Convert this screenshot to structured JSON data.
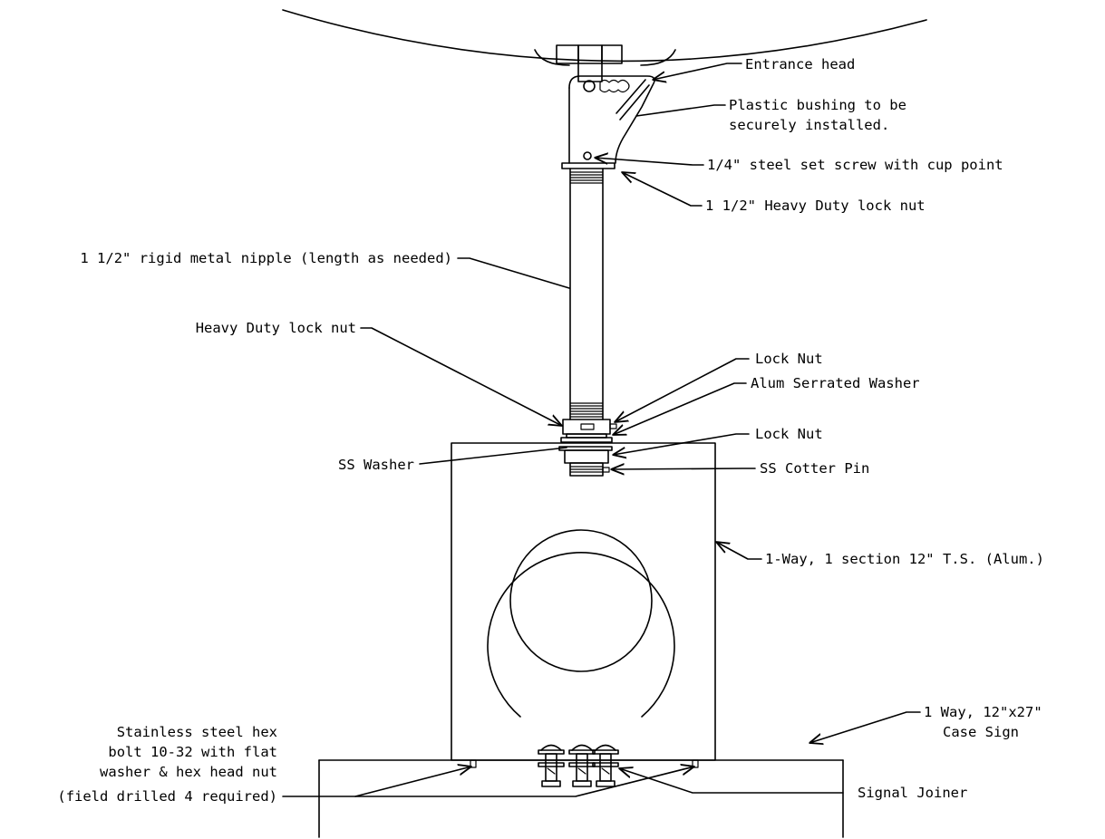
{
  "labels": {
    "entrance_head": "Entrance head",
    "plastic_bushing_1": "Plastic bushing to be",
    "plastic_bushing_2": "securely installed.",
    "set_screw": "1/4\" steel set screw with cup point",
    "hd_lock_nut_top": "1 1/2\" Heavy Duty lock nut",
    "rigid_nipple": "1 1/2\" rigid metal nipple (length as needed)",
    "hd_lock_nut": "Heavy Duty lock nut",
    "lock_nut_1": "Lock Nut",
    "alum_washer": "Alum Serrated Washer",
    "lock_nut_2": "Lock Nut",
    "ss_washer": "SS Washer",
    "ss_cotter_pin": "SS Cotter Pin",
    "signal_head": "1-Way, 1 section 12\" T.S. (Alum.)",
    "case_sign_1": "1 Way, 12\"x27\"",
    "case_sign_2": "Case Sign",
    "hex_bolt_1": "Stainless steel hex",
    "hex_bolt_2": "bolt 10-32 with flat",
    "hex_bolt_3": "washer & hex head nut",
    "hex_bolt_4": "(field drilled 4 required)",
    "signal_joiner": "Signal Joiner"
  }
}
